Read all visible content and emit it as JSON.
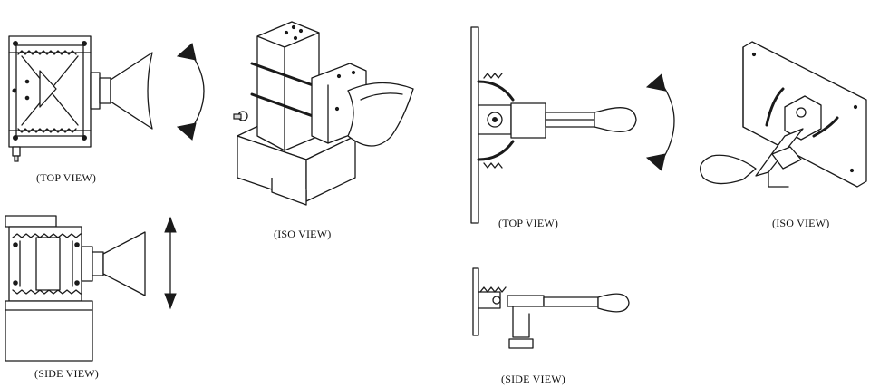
{
  "captions": {
    "left_top_view": "(TOP VIEW)",
    "left_iso_view": "(ISO VIEW)",
    "left_side_view": "(SIDE VIEW)",
    "right_top_view": "(TOP VIEW)",
    "right_iso_view": "(ISO VIEW)",
    "right_side_view": "(SIDE VIEW)"
  },
  "colors": {
    "ink": "#1a1a1a",
    "background": "#ffffff"
  }
}
